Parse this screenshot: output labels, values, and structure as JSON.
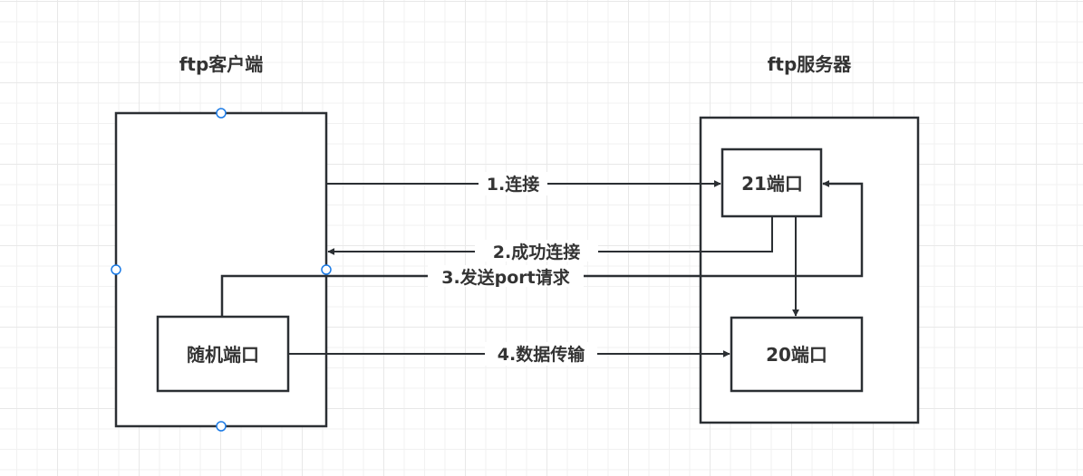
{
  "diagram": {
    "kind": "FTP active mode connection flow",
    "colors": {
      "stroke": "#2b2f33",
      "text": "#333333",
      "handle": "#1a7ae6",
      "grid_minor": "#f1f1f1",
      "grid_major": "#e6e6e6",
      "background": "#ffffff"
    },
    "nodes": {
      "client": {
        "title": "ftp客户端"
      },
      "server": {
        "title": "ftp服务器"
      },
      "random_port": {
        "label": "随机端口"
      },
      "port21": {
        "label": "21端口"
      },
      "port20": {
        "label": "20端口"
      }
    },
    "edges": [
      {
        "id": "connect",
        "label": "1.连接",
        "from": "client",
        "to": "port21"
      },
      {
        "id": "connected",
        "label": "2.成功连接",
        "from": "port21",
        "to": "client"
      },
      {
        "id": "send-port",
        "label": "3.发送port请求",
        "from": "random_port",
        "to": "port21"
      },
      {
        "id": "data-transfer",
        "label": "4.数据传输",
        "from": "random_port",
        "to": "port20"
      },
      {
        "id": "port21-to-port20",
        "label": "",
        "from": "port21",
        "to": "port20"
      }
    ]
  }
}
